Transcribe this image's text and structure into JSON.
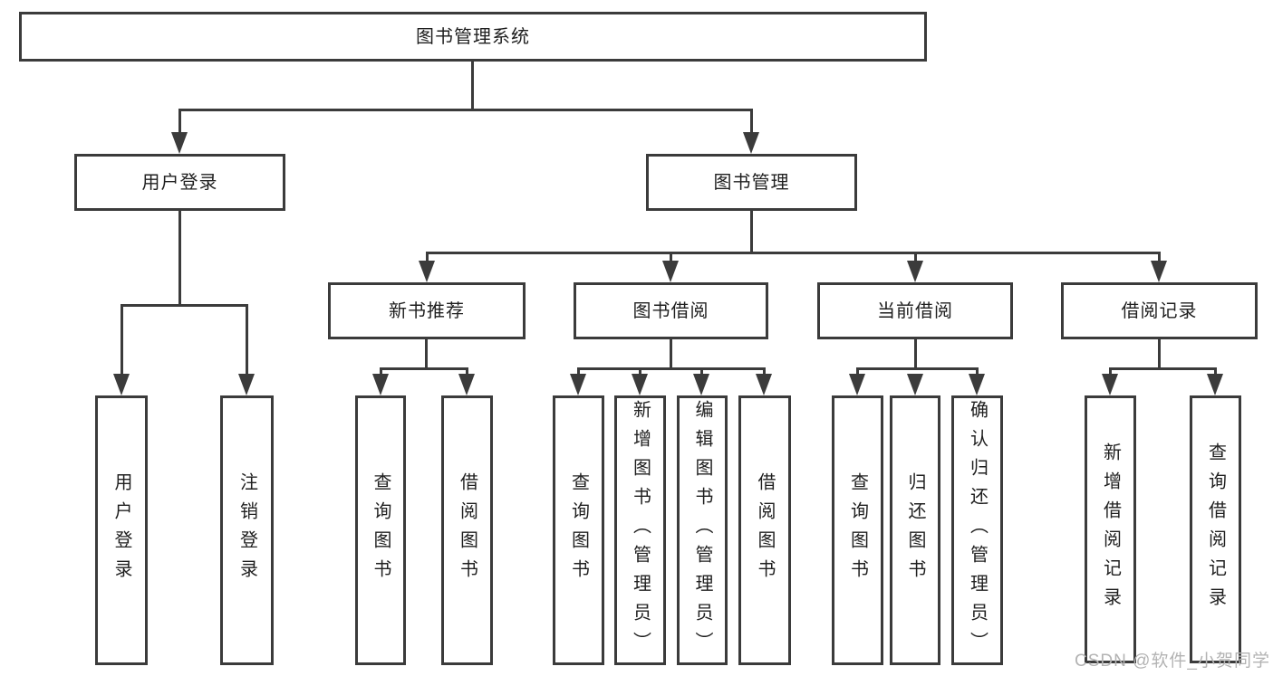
{
  "tree": {
    "root": {
      "label": "图书管理系统"
    },
    "children": [
      {
        "label": "用户登录",
        "children": [
          {
            "label": "用户登录"
          },
          {
            "label": "注销登录"
          }
        ]
      },
      {
        "label": "图书管理",
        "children": [
          {
            "label": "新书推荐",
            "children": [
              {
                "label": "查询图书"
              },
              {
                "label": "借阅图书"
              }
            ]
          },
          {
            "label": "图书借阅",
            "children": [
              {
                "label": "查询图书"
              },
              {
                "label": "新增图书（管理员）"
              },
              {
                "label": "编辑图书（管理员）"
              },
              {
                "label": "借阅图书"
              }
            ]
          },
          {
            "label": "当前借阅",
            "children": [
              {
                "label": "查询图书"
              },
              {
                "label": "归还图书"
              },
              {
                "label": "确认归还（管理员）"
              }
            ]
          },
          {
            "label": "借阅记录",
            "children": [
              {
                "label": "新增借阅记录"
              },
              {
                "label": "查询借阅记录"
              }
            ]
          }
        ]
      }
    ]
  },
  "watermark": {
    "text": "CSDN @软件_小贺同学"
  },
  "colors": {
    "line": "#3b3b3b",
    "text": "#1f1f1f",
    "background": "#ffffff",
    "watermark": "#b3b3b3"
  }
}
